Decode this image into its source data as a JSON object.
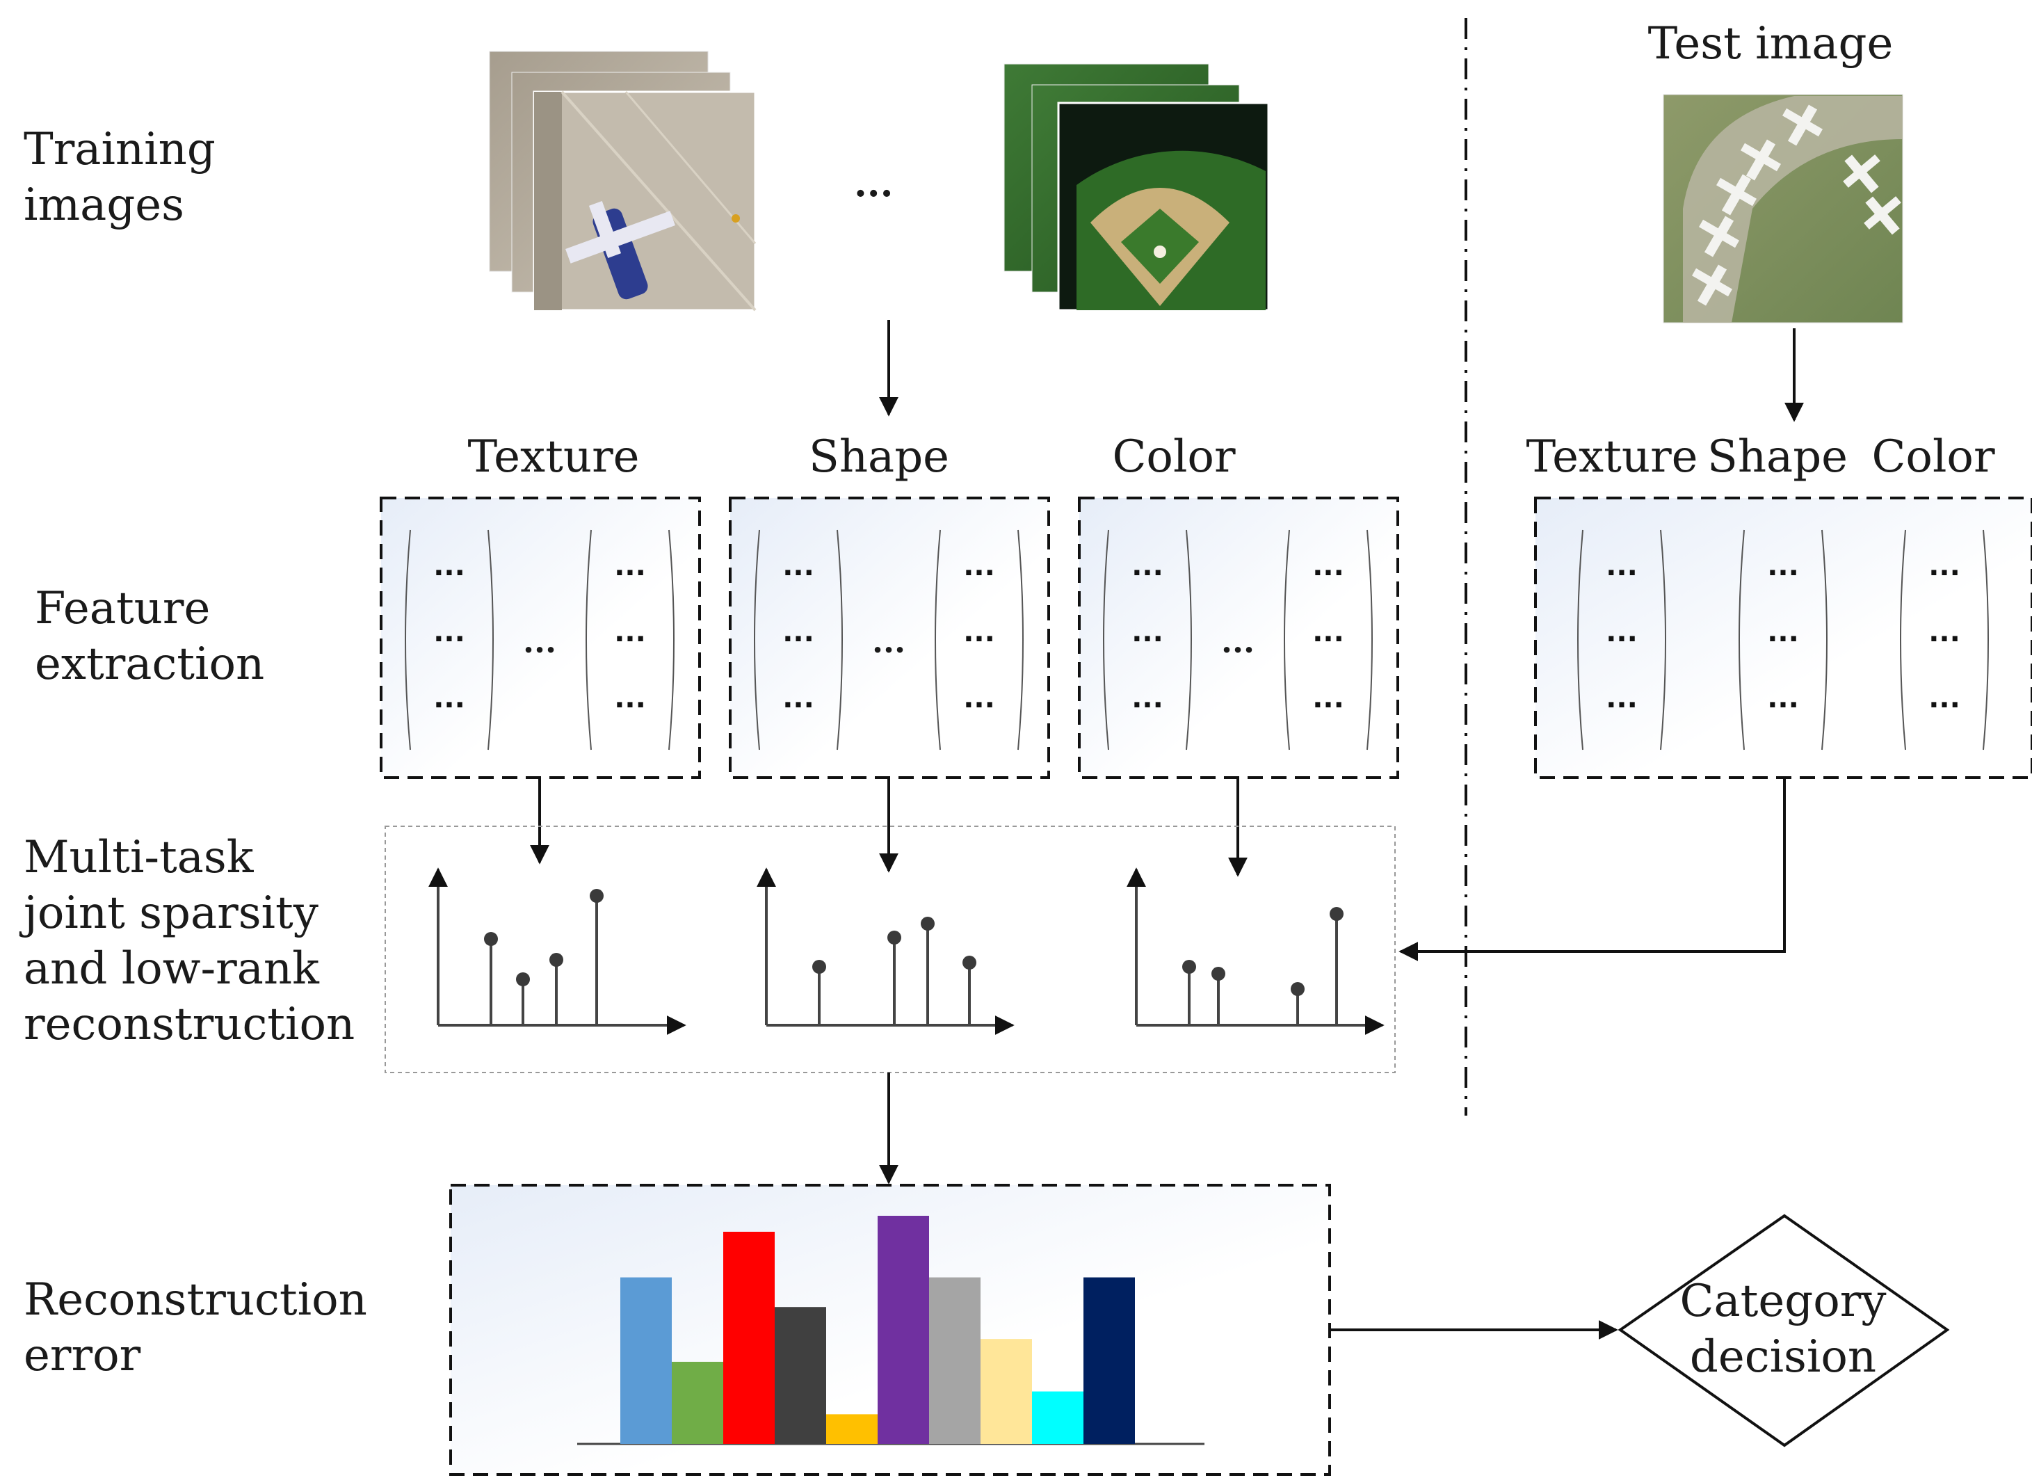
{
  "row_labels": {
    "training_line1": "Training",
    "training_line2": "images",
    "feature_line1": "Feature",
    "feature_line2": "extraction",
    "multitask_line1": "Multi-task",
    "multitask_line2": "joint sparsity",
    "multitask_line3": "and low-rank",
    "multitask_line4": "reconstruction",
    "recon_line1": "Reconstruction",
    "recon_line2": "error"
  },
  "test_image_title": "Test image",
  "ellipsis": "...",
  "dots": "···",
  "features": {
    "texture": "Texture",
    "shape": "Shape",
    "color": "Color"
  },
  "decision": {
    "line1": "Category",
    "line2": "decision"
  },
  "sparse_plots": [
    {
      "name": "texture",
      "coefficients": [
        0.62,
        0.33,
        0.47,
        0.93
      ]
    },
    {
      "name": "shape",
      "coefficients": [
        0.42,
        0.63,
        0.73,
        0.45
      ]
    },
    {
      "name": "color",
      "coefficients": [
        0.42,
        0.37,
        0.26,
        0.8
      ]
    }
  ],
  "error_bars": {
    "values": [
      0.73,
      0.36,
      0.93,
      0.6,
      0.13,
      1.0,
      0.73,
      0.46,
      0.23,
      0.73
    ],
    "colors": [
      "#5B9BD5",
      "#70AD47",
      "#FF0000",
      "#404040",
      "#FFC000",
      "#7030A0",
      "#A5A5A5",
      "#FFE699",
      "#00FFFF",
      "#002060"
    ]
  },
  "palette": {
    "line": "#222222",
    "box_fill_start": "#e8eef7",
    "runway": "#b9b2a6",
    "grass": "#2f6b2a",
    "infield": "#c9b07a"
  }
}
